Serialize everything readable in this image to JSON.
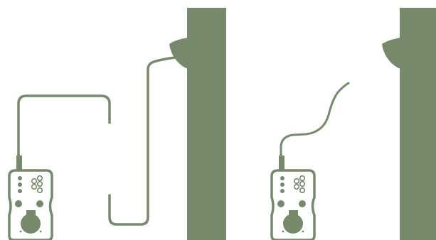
{
  "colors": {
    "background": "#ffffff",
    "ink": "#76896a"
  },
  "panels": [
    {
      "name": "panel-connected",
      "cable_state": "connected",
      "icons": [
        "remote-control-icon",
        "cable-icon",
        "wall-icon",
        "wall-outlet-icon"
      ]
    },
    {
      "name": "panel-disconnected",
      "cable_state": "disconnected",
      "icons": [
        "remote-control-icon",
        "cable-icon",
        "wall-icon",
        "wall-outlet-icon"
      ]
    }
  ]
}
